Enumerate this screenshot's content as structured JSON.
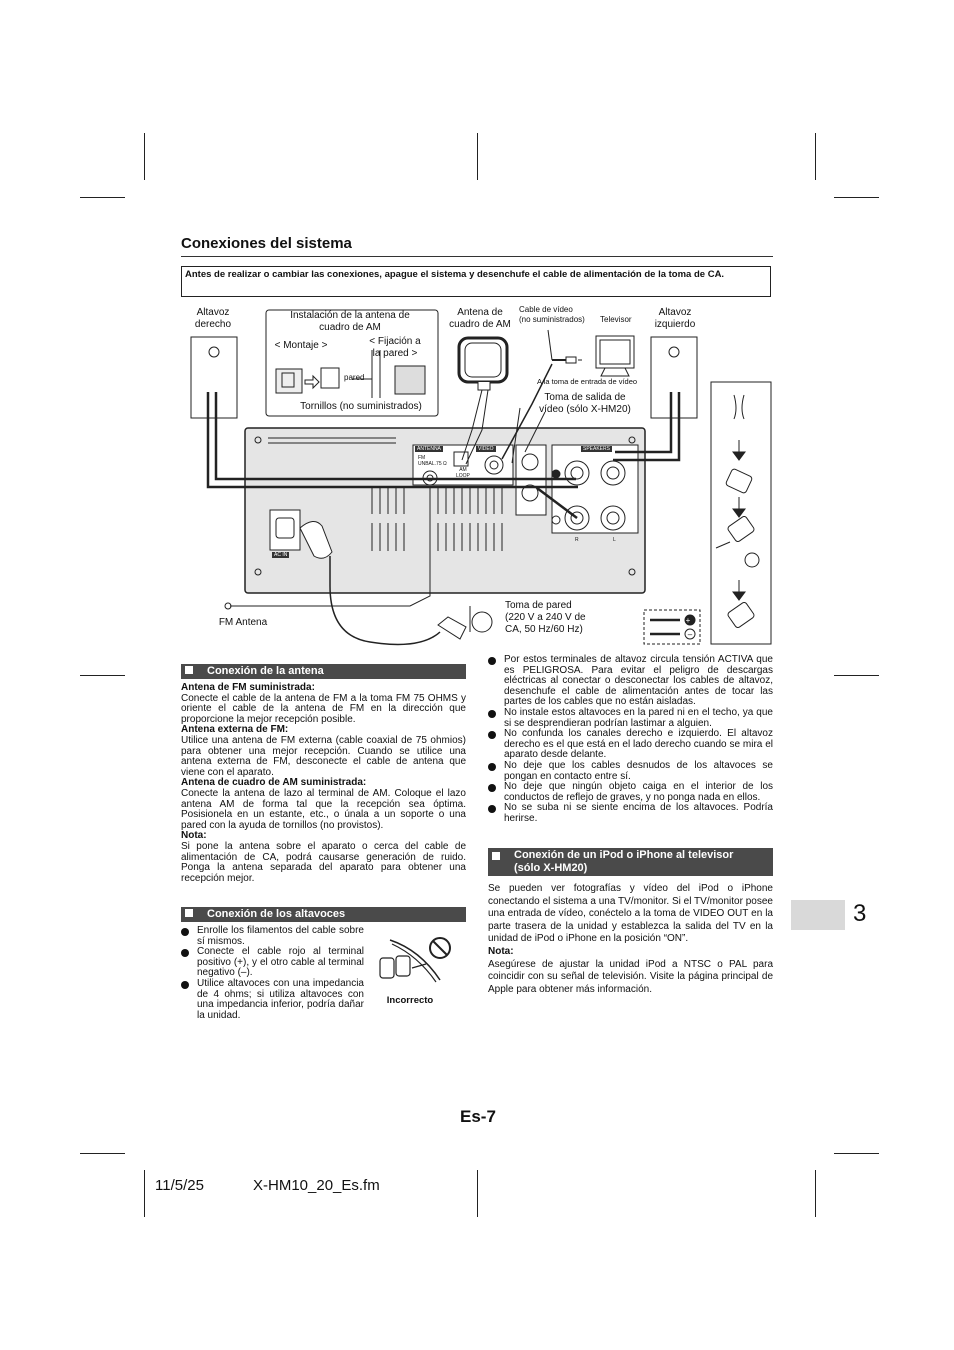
{
  "page": {
    "section_title": "Conexiones del sistema",
    "warning": "Antes de realizar o cambiar las conexiones, apague el sistema y desenchufe el cable de alimentación de la toma de CA.",
    "page_number": "Es-7",
    "chapter_tab": "3",
    "footer_date": "11/5/25",
    "footer_file": "X-HM10_20_Es.fm"
  },
  "diagram": {
    "speaker_right_1": "Altavoz",
    "speaker_right_2": "derecho",
    "am_install_1": "Instalación de la antena de",
    "am_install_2": "cuadro de AM",
    "mounting": "< Montaje >",
    "wall_fix_1": "< Fijación a",
    "wall_fix_2": "la pared >",
    "wall": "pared",
    "screws": "Tornillos (no suministrados)",
    "am_antenna_1": "Antena de",
    "am_antenna_2": "cuadro de AM",
    "video_cable_1": "Cable de vídeo",
    "video_cable_2": "(no suministrados)",
    "tv": "Televisor",
    "video_input": "A la toma de entrada de vídeo",
    "speaker_left_1": "Altavoz",
    "speaker_left_2": "izquierdo",
    "video_out_1": "Toma de salida de",
    "video_out_2": "vídeo (sólo X-HM20)",
    "panel_antenna": "ANTENNA",
    "panel_fm": "FM",
    "panel_unbal": "UNBAL.75 Ω",
    "panel_am_1": "AM",
    "panel_am_2": "LOOP",
    "panel_video": "VIDEO",
    "panel_speakers": "SPEAKERS",
    "panel_ac_in": "AC IN",
    "panel_r": "R",
    "panel_l": "L",
    "fm_antenna": "FM Antena",
    "wall_outlet_1": "Toma de pared",
    "wall_outlet_2": "(220 V a 240 V de",
    "wall_outlet_3": "CA, 50 Hz/60 Hz)",
    "wrong": "Incorrecto"
  },
  "antenna": {
    "heading": "Conexión de la antena",
    "fm_head": "Antena de FM suministrada:",
    "fm_text": "Conecte el cable de la antena de FM a la toma FM 75 OHMS y oriente el cable de la antena de FM en la dirección que proporcione la mejor recepción posible.",
    "ext_head": "Antena externa de FM:",
    "ext_text": "Utilice una antena de FM externa (cable coaxial de 75 ohmios) para obtener una mejor recepción. Cuando se utilice una antena externa de FM, desconecte el cable de antena que viene con el aparato.",
    "am_head": "Antena de cuadro de AM suministrada:",
    "am_text": "Conecte la antena de lazo al terminal de AM. Coloque el lazo antena AM de forma tal que la recepción sea óptima. Posisionela en un estante, etc., o únala a un soporte o una pared con la ayuda de tornillos (no provistos).",
    "note_head": "Nota:",
    "note_text": "Si pone la antena sobre el aparato o cerca del cable de alimentación de CA, podrá causarse generación de ruido. Ponga la antena separada del aparato para obtener una recepción mejor."
  },
  "speakers": {
    "heading": "Conexión de los altavoces",
    "items": [
      "Enrolle los filamentos del cable sobre sí mismos.",
      "Conecte el cable rojo al terminal positivo (+), y el otro cable al terminal negativo (–).",
      "Utilice altavoces con una impedancia de 4 ohms; si utiliza altavoces con una impedancia inferior, podría dañar la unidad."
    ]
  },
  "warnings": {
    "items": [
      "Por estos terminales de altavoz circula tensión ACTIVA que es PELIGROSA. Para evitar el peligro de descargas eléctricas al conectar o desconectar los cables de altavoz, desenchufe el cable de alimentación antes de tocar las partes de los cables que no están aisladas.",
      "No instale estos altavoces en la pared ni en el techo, ya que si se desprendieran podrían lastimar a alguien.",
      "No confunda los canales derecho e izquierdo. El altavoz derecho es el que está en el lado derecho cuando se mira el aparato desde delante.",
      "No deje que los cables desnudos de los altavoces se pongan en contacto entre sí.",
      "No deje que ningún objeto caiga en el interior de los conductos de reflejo de graves, y no ponga nada en ellos.",
      "No se suba ni se siente encima de los altavoces. Podría herirse."
    ]
  },
  "ipod": {
    "heading_1": "Conexión de un iPod o iPhone al televisor",
    "heading_2": "(sólo X-HM20)",
    "text": "Se pueden ver fotografías y vídeo del iPod o iPhone conectando el sistema a una TV/monitor. Si el TV/monitor posee una entrada de vídeo, conéctelo a la toma de VIDEO OUT en la parte trasera de la unidad y establezca la salida del TV en la unidad de iPod o iPhone en la posición “ON”.",
    "note_head": "Nota:",
    "note_text": "Asegúrese de ajustar la unidad iPod a NTSC o PAL para coincidir con su señal de televisión. Visite la página principal de Apple para obtener más información."
  }
}
